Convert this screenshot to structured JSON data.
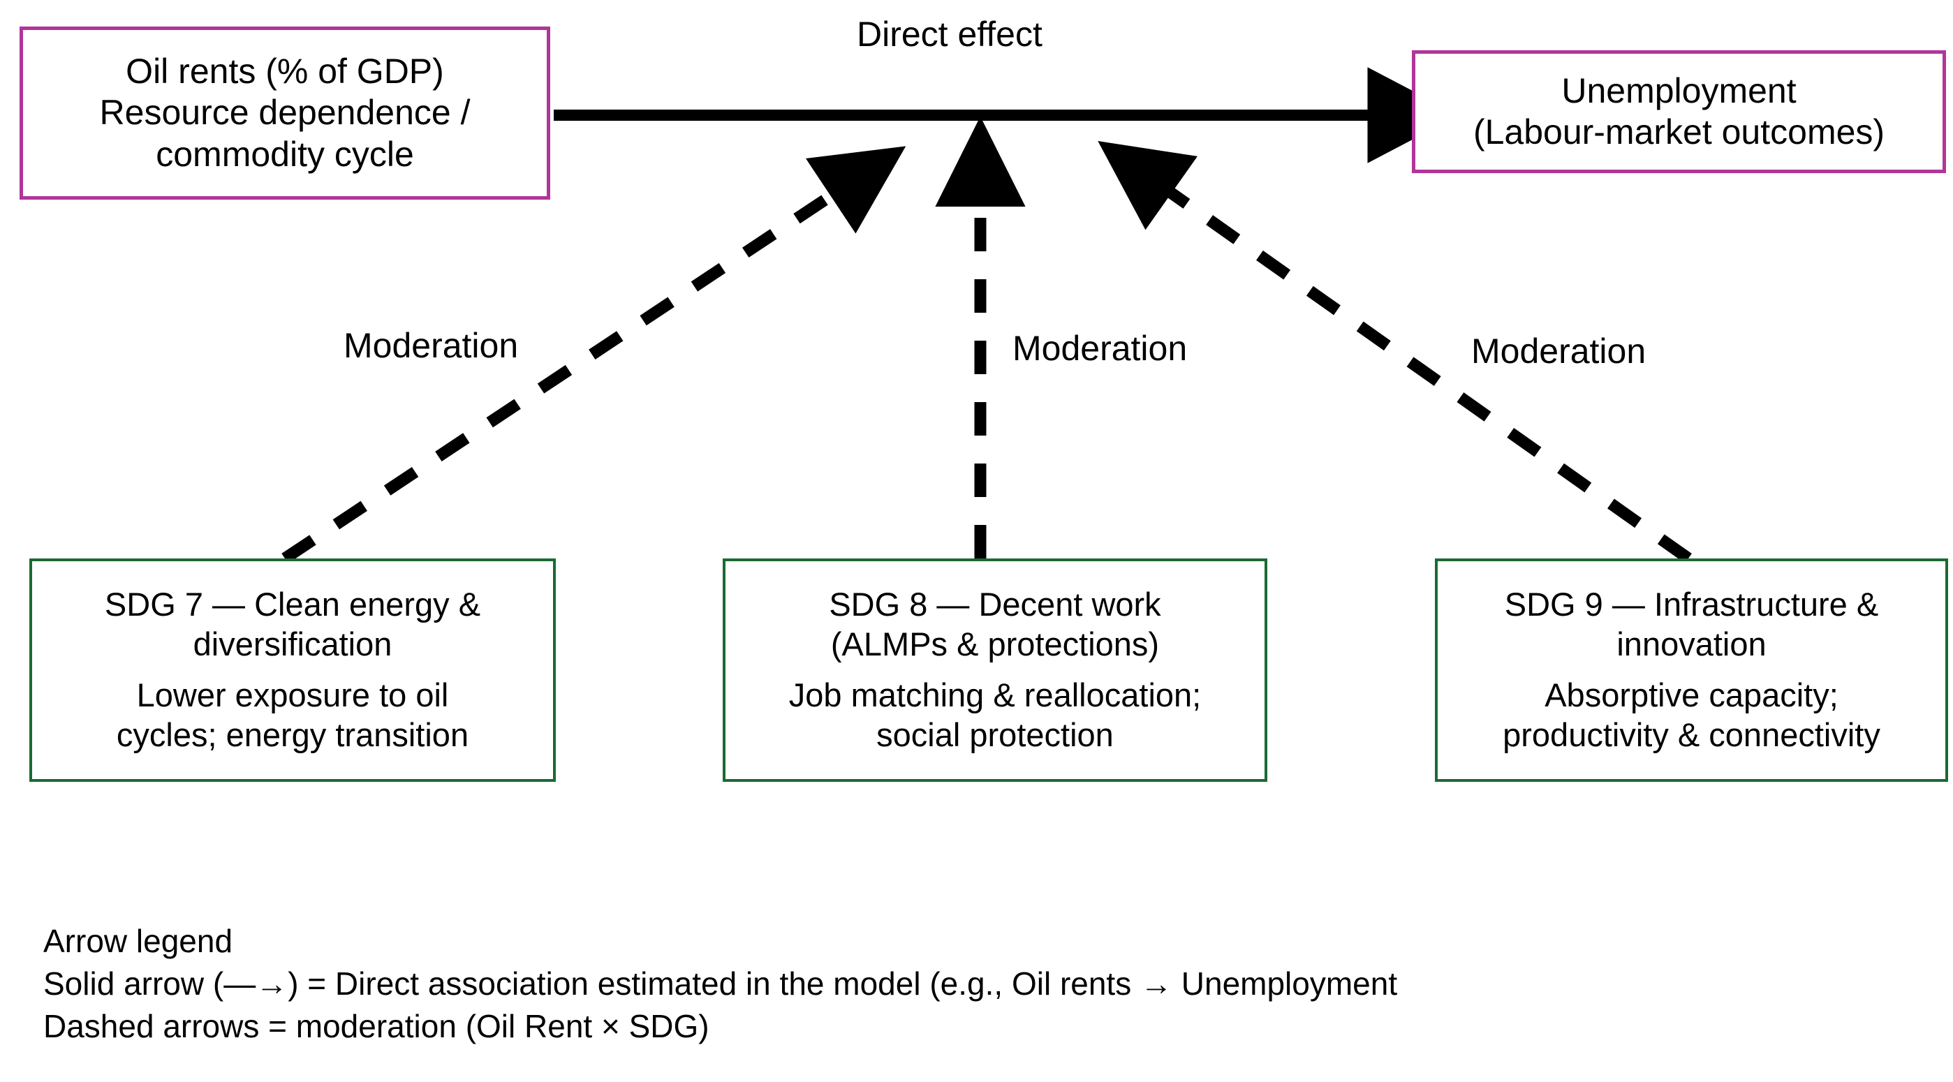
{
  "diagram": {
    "title_label": "Direct effect",
    "nodes": {
      "oil_rents": {
        "line1": "Oil rents (% of GDP)",
        "line2": "Resource dependence /",
        "line3": "commodity cycle",
        "border_color": "#b1359a"
      },
      "unemployment": {
        "line1": "Unemployment",
        "line2": "(Labour-market outcomes)",
        "border_color": "#b1359a"
      },
      "sdg7": {
        "line1": "SDG 7 — Clean energy &",
        "line2": "diversification",
        "line3": "Lower exposure to oil",
        "line4": "cycles; energy transition",
        "border_color": "#1a6b33"
      },
      "sdg8": {
        "line1": "SDG 8 — Decent work",
        "line2": "(ALMPs & protections)",
        "line3": "Job matching & reallocation;",
        "line4": "social protection",
        "border_color": "#1a6b33"
      },
      "sdg9": {
        "line1": "SDG 9 — Infrastructure &",
        "line2": "innovation",
        "line3": "Absorptive capacity;",
        "line4": "productivity & connectivity",
        "border_color": "#1a6b33"
      }
    },
    "edge_labels": {
      "direct": "Direct effect",
      "moderation_left": "Moderation",
      "moderation_center": "Moderation",
      "moderation_right": "Moderation"
    },
    "legend": {
      "heading": "Arrow legend",
      "solid": "Solid arrow (—→) = Direct association estimated in the model (e.g., Oil rents → Unemployment",
      "dashed": "Dashed arrows = moderation (Oil Rent × SDG)"
    },
    "arrow_color": "#000000"
  }
}
